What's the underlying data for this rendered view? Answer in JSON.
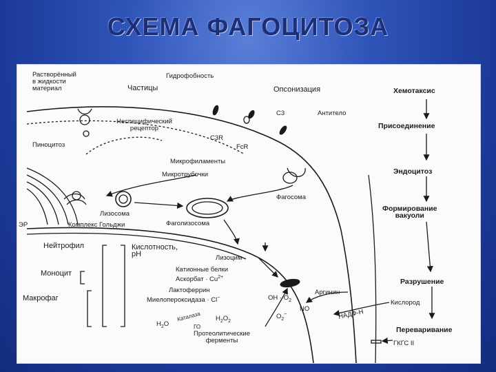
{
  "title": "СХЕМА ФАГОЦИТОЗА",
  "labels": {
    "dissolved_material": "Растворённый\nв жидкости\nматериал",
    "hydrophobicity": "Гидрофобность",
    "particles": "Частицы",
    "opsonization": "Опсонизация",
    "c3": "C3",
    "antibody": "Антитело",
    "nonspecific_receptor": "Неспецифический\nрецептор",
    "c3r": "C3R",
    "fcr": "FcR",
    "pinocytosis": "Пиноцитоз",
    "microfilaments": "Микрофиламенты",
    "microtubules": "Микротрубочки",
    "phagosome": "Фагосома",
    "lysosome": "Лизосома",
    "er": "ЭР",
    "golgi": "Комплекс Гольджи",
    "phagolysosome": "Фаголизосома",
    "neutrophil": "Нейтрофил",
    "monocyte": "Моноцит",
    "macrophage": "Макрофаг",
    "acidity": "Кислотность,\npH",
    "lysozyme": "Лизоцим",
    "cationic_proteins": "Катионные белки",
    "ascorbate": "Аскорбат",
    "cu": "Cu",
    "cu_sup": "2+",
    "lactoferrin": "Лактоферрин",
    "myeloperoxidase": "Миелопероксидаза",
    "cl": "Cl",
    "cl_sup": "−",
    "oh": "OH",
    "o2": "O",
    "o2_sub": "2",
    "arginine": "Аргинин",
    "no": "NO",
    "o2minus": "O",
    "o2minus_sub": "2",
    "o2minus_sup": "−",
    "nadph": "НАДФ-Н",
    "catalase": "Каталаза",
    "h2o": "H",
    "h2o_sub": "2",
    "h2o_end": "O",
    "h2o2": "H",
    "h2o2_sub": "2",
    "h2o2_mid": "O",
    "h2o2_sub2": "2",
    "go": "ГО",
    "proteolytic": "Протеолитические\nферменты",
    "oxygen": "Кислород",
    "gkgs": "ГКГС II"
  },
  "stages": {
    "chemotaxis": "Хемотаксис",
    "attachment": "Присоединение",
    "endocytosis": "Эндоцитоз",
    "vacuole": "Формирование\nвакуоли",
    "destruction": "Разрушение",
    "digestion": "Переваривание"
  },
  "colors": {
    "background": "#2f54b8",
    "title": "#1e2f7a",
    "panel": "#fbfbfb",
    "ink": "#1a1a1a"
  }
}
